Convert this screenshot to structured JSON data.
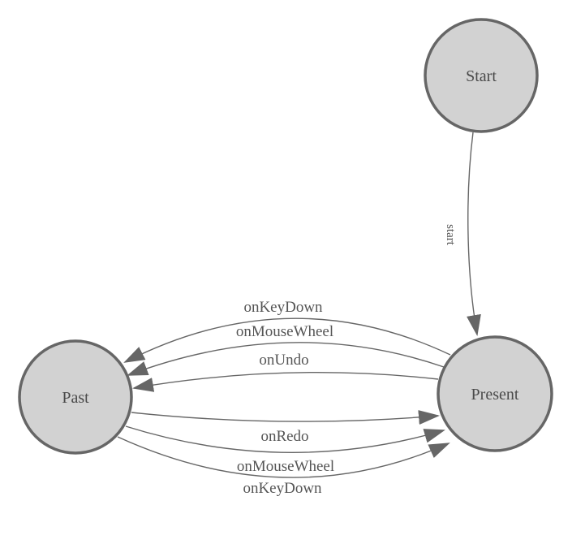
{
  "diagram": {
    "type": "state-machine",
    "nodes": [
      {
        "id": "start",
        "label": "Start"
      },
      {
        "id": "past",
        "label": "Past"
      },
      {
        "id": "present",
        "label": "Present"
      }
    ],
    "edges": [
      {
        "from": "start",
        "to": "present",
        "label": "start"
      },
      {
        "from": "present",
        "to": "past",
        "label": "onKeyDown"
      },
      {
        "from": "present",
        "to": "past",
        "label": "onMouseWheel"
      },
      {
        "from": "present",
        "to": "past",
        "label": "onUndo"
      },
      {
        "from": "past",
        "to": "present",
        "label": "onRedo"
      },
      {
        "from": "past",
        "to": "present",
        "label": "onMouseWheel"
      },
      {
        "from": "past",
        "to": "present",
        "label": "onKeyDown"
      }
    ],
    "colors": {
      "background": "#ffffff",
      "node_fill": "#d2d2d2",
      "node_border": "#666666",
      "edge_line": "#666666",
      "arrowhead": "#666666",
      "node_label": "#4a4a4a",
      "edge_label": "#555555"
    }
  }
}
